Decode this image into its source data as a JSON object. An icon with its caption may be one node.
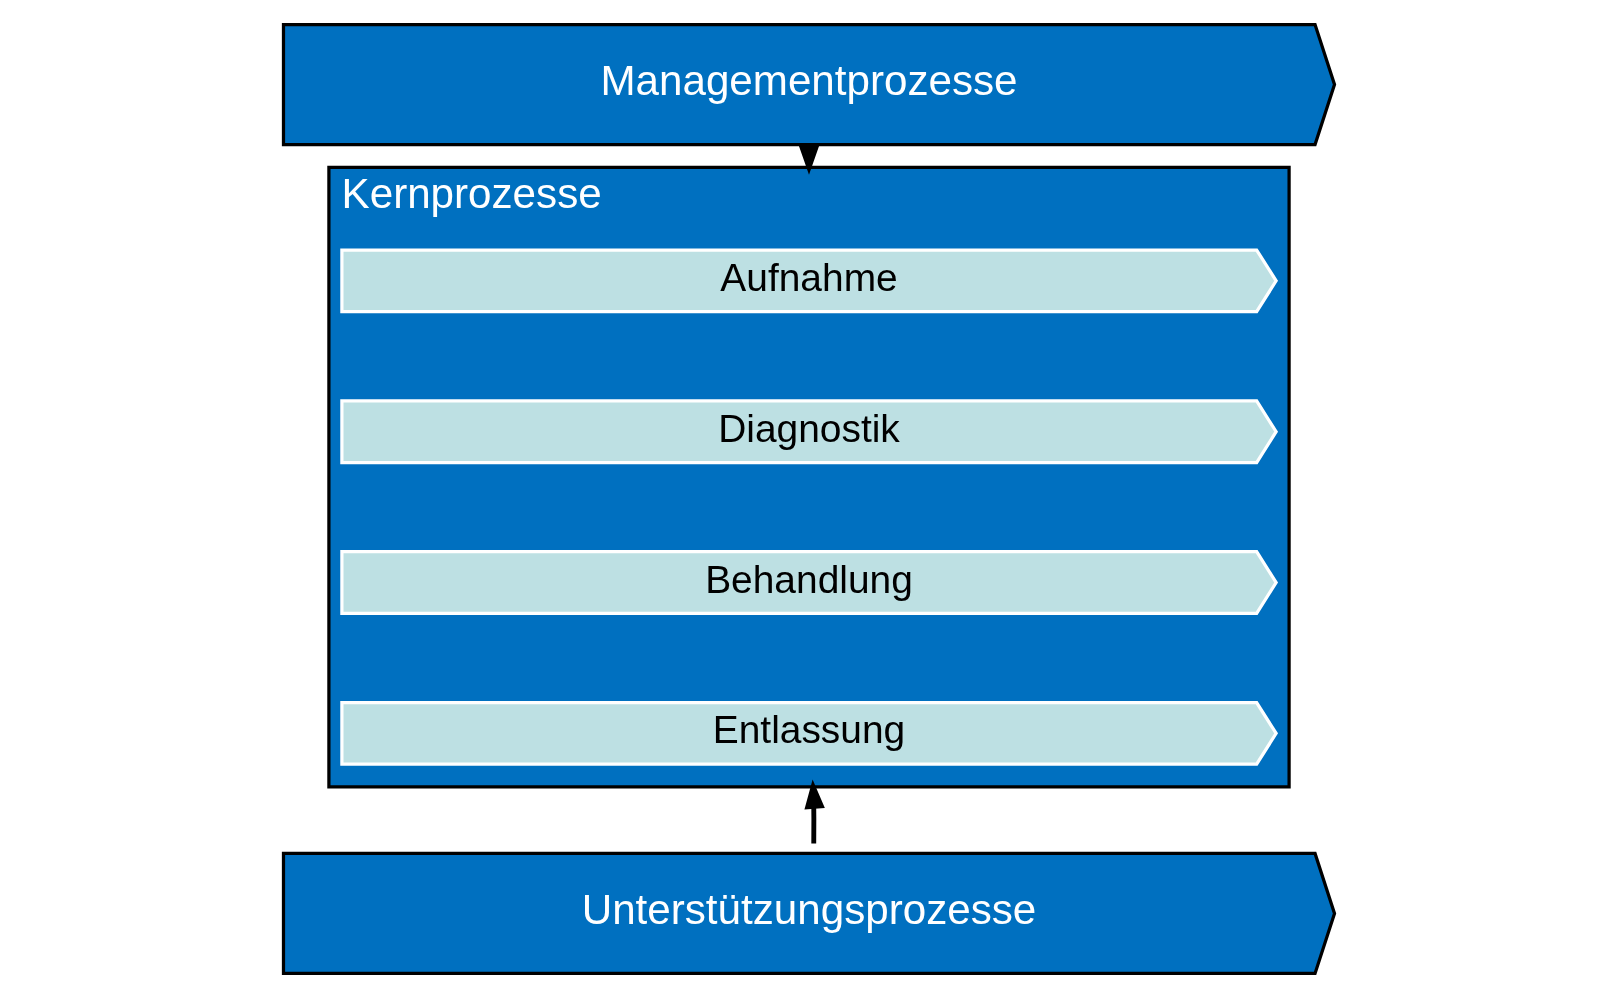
{
  "diagram": {
    "nodes": [
      {
        "text": [
          "Managementprozesse"
        ]
      },
      {
        "text": [
          "Kernprozesse"
        ]
      },
      {
        "text": [
          "Aufnahme"
        ],
        "in": 1
      },
      {
        "text": [
          "Diagnostik"
        ],
        "in": 1
      },
      {
        "text": [
          "Behandlung"
        ],
        "in": 1
      },
      {
        "text": [
          "Entlassung"
        ],
        "in": 1
      },
      {
        "text": [
          "Unterstützungsprozesse"
        ]
      }
    ],
    "edges": [
      {
        "from": 0,
        "to": 1,
        "arrow": "to"
      },
      {
        "from": 6,
        "to": 1,
        "arrow": "to"
      }
    ]
  }
}
